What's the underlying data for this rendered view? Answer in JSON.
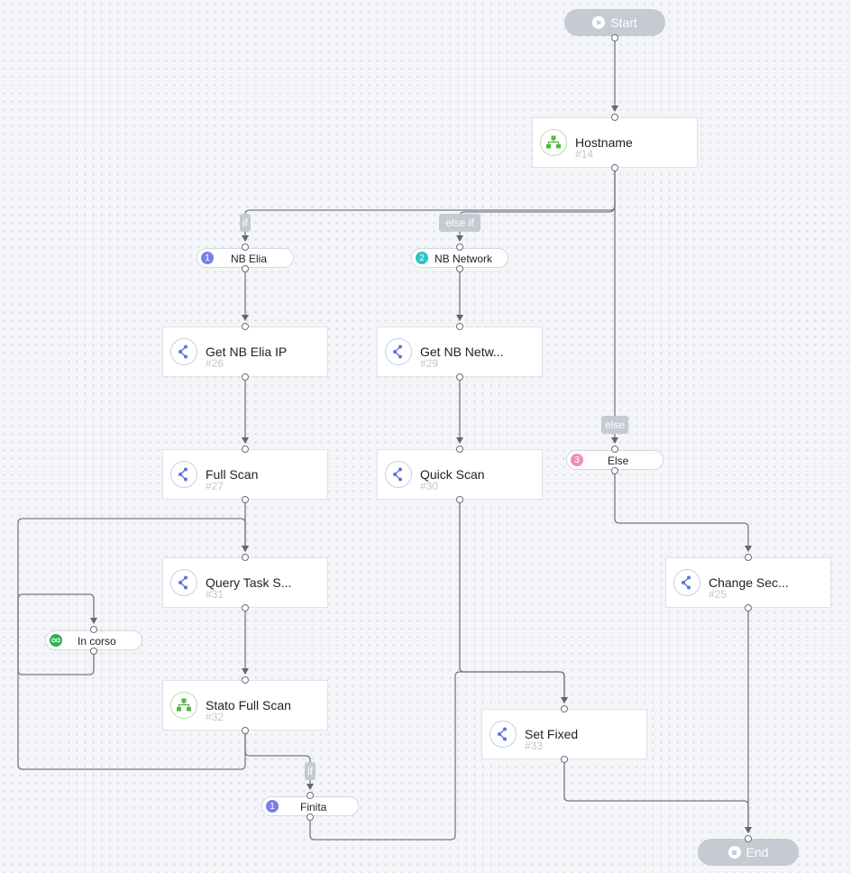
{
  "start_label": "Start",
  "end_label": "End",
  "nodes": [
    {
      "key": "hostname",
      "title": "Hostname",
      "id": "#14",
      "icon": "hierarchy-icon"
    },
    {
      "key": "get-nb-elia-ip",
      "title": "Get NB Elia IP",
      "id": "#26",
      "icon": "action-icon"
    },
    {
      "key": "get-nb-network",
      "title": "Get NB Netw...",
      "id": "#29",
      "icon": "action-icon"
    },
    {
      "key": "full-scan",
      "title": "Full Scan",
      "id": "#27",
      "icon": "action-icon"
    },
    {
      "key": "quick-scan",
      "title": "Quick Scan",
      "id": "#30",
      "icon": "action-icon"
    },
    {
      "key": "query-task",
      "title": "Query Task S...",
      "id": "#31",
      "icon": "action-icon"
    },
    {
      "key": "change-sec",
      "title": "Change Sec...",
      "id": "#25",
      "icon": "action-icon"
    },
    {
      "key": "stato-full-scan",
      "title": "Stato Full Scan",
      "id": "#32",
      "icon": "hierarchy-icon"
    },
    {
      "key": "set-fixed",
      "title": "Set Fixed",
      "id": "#33",
      "icon": "action-icon"
    }
  ],
  "branches": [
    {
      "key": "nb-elia",
      "num": "1",
      "label": "NB Elia",
      "color": "#7b7fe8"
    },
    {
      "key": "nb-network",
      "num": "2",
      "label": "NB Network",
      "color": "#2bc4c4"
    },
    {
      "key": "else",
      "num": "3",
      "label": "Else",
      "color": "#ee8fb5"
    },
    {
      "key": "in-corso",
      "num": "",
      "label": "In corso",
      "color": "#2bb24c"
    },
    {
      "key": "finita",
      "num": "1",
      "label": "Finita",
      "color": "#7b7fe8"
    }
  ],
  "conditions": {
    "if_1": "if",
    "else_if": "else if",
    "else": "else",
    "if_2": "if"
  }
}
